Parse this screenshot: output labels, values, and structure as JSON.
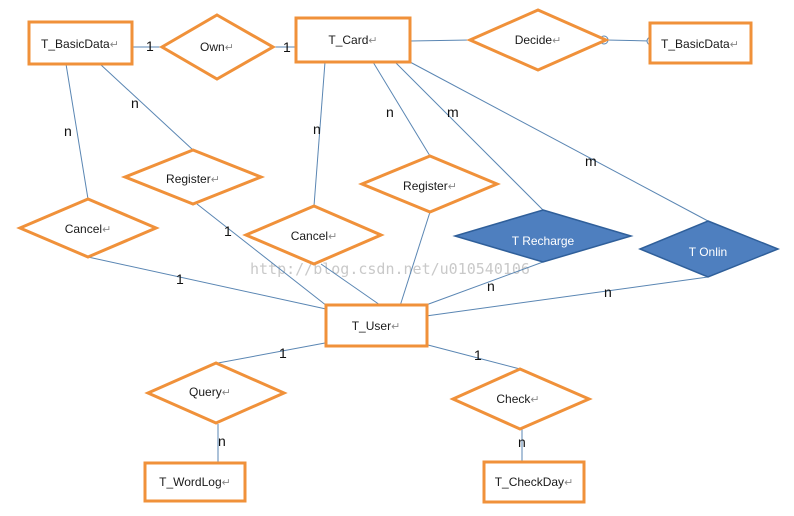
{
  "entities": {
    "basicdata_left": "T_BasicData",
    "card": "T_Card",
    "basicdata_right": "T_BasicData",
    "user": "T_User",
    "wordlog": "T_WordLog",
    "checkday": "T_CheckDay"
  },
  "relations": {
    "own": "Own",
    "decide": "Decide",
    "register_1": "Register",
    "register_2": "Register",
    "cancel_1": "Cancel",
    "cancel_2": "Cancel",
    "recharge": "T  Recharge",
    "online": "T  Onlin",
    "query": "Query",
    "check": "Check"
  },
  "cardinalities": {
    "own_left": "1",
    "own_right": "1",
    "basic_register": "n",
    "basic_cancel": "n",
    "card_cancel": "n",
    "card_register": "n",
    "card_recharge": "m",
    "card_online": "m",
    "register_user": "1",
    "cancel_user": "1",
    "recharge_user": "n",
    "online_user": "n",
    "user_query": "1",
    "user_check": "1",
    "query_wordlog": "n",
    "check_checkday": "n"
  },
  "paragraph_mark": "↵",
  "watermark": "http://blog.csdn.net/u010540106",
  "colors": {
    "entity_border": "#f0913a",
    "relation_border": "#f0913a",
    "highlight_fill": "#4e7fbf",
    "line": "#5a86b3"
  }
}
